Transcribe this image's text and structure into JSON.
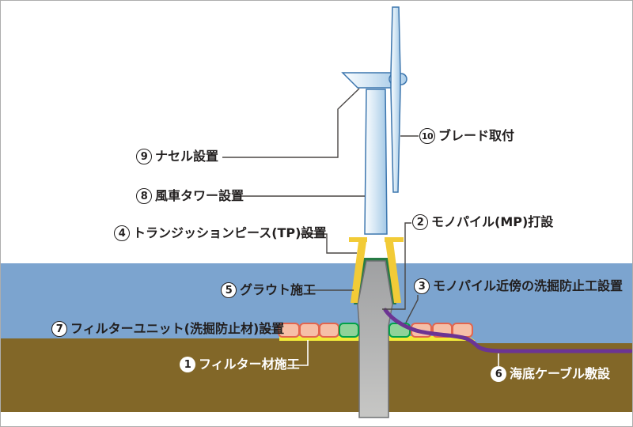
{
  "diagram_title": "offshore-wind-turbine-installation-steps",
  "labels": {
    "step1": {
      "number": "1",
      "text": "フィルター材施工"
    },
    "step2": {
      "number": "2",
      "text": "モノパイル(MP)打設"
    },
    "step3": {
      "number": "3",
      "text": "モノパイル近傍の洗掘防止工設置"
    },
    "step4": {
      "number": "4",
      "text": "トランジッションピース(TP)設置"
    },
    "step5": {
      "number": "5",
      "text": "グラウト施工"
    },
    "step6": {
      "number": "6",
      "text": "海底ケーブル敷設"
    },
    "step7": {
      "number": "7",
      "text": "フィルターユニット(洗掘防止材)設置"
    },
    "step8": {
      "number": "8",
      "text": "風車タワー設置"
    },
    "step9": {
      "number": "9",
      "text": "ナセル設置"
    },
    "step10": {
      "number": "10",
      "text": "ブレード取付"
    }
  },
  "colors": {
    "sky": "#FFFFFF",
    "water": "#7CA4CF",
    "seabed": "#826728",
    "frame_border": "#ADADAD",
    "turbine_stroke": "#3C76AE",
    "monopile_stroke": "#6F7073",
    "tp_yellow": "#F2CB37",
    "grout_green": "#267B44",
    "filter_yellow": "#F2EA3A",
    "block_pink": "#F6BFA7",
    "block_pink_stroke": "#E2654E",
    "block_green": "#8FD399",
    "block_green_stroke": "#00A149",
    "cable_purple": "#6C3493",
    "connector_dark": "#4A4644",
    "connector_white": "#FFFFFF",
    "text_dark": "#221F1F",
    "text_white": "#FFFFFF"
  }
}
